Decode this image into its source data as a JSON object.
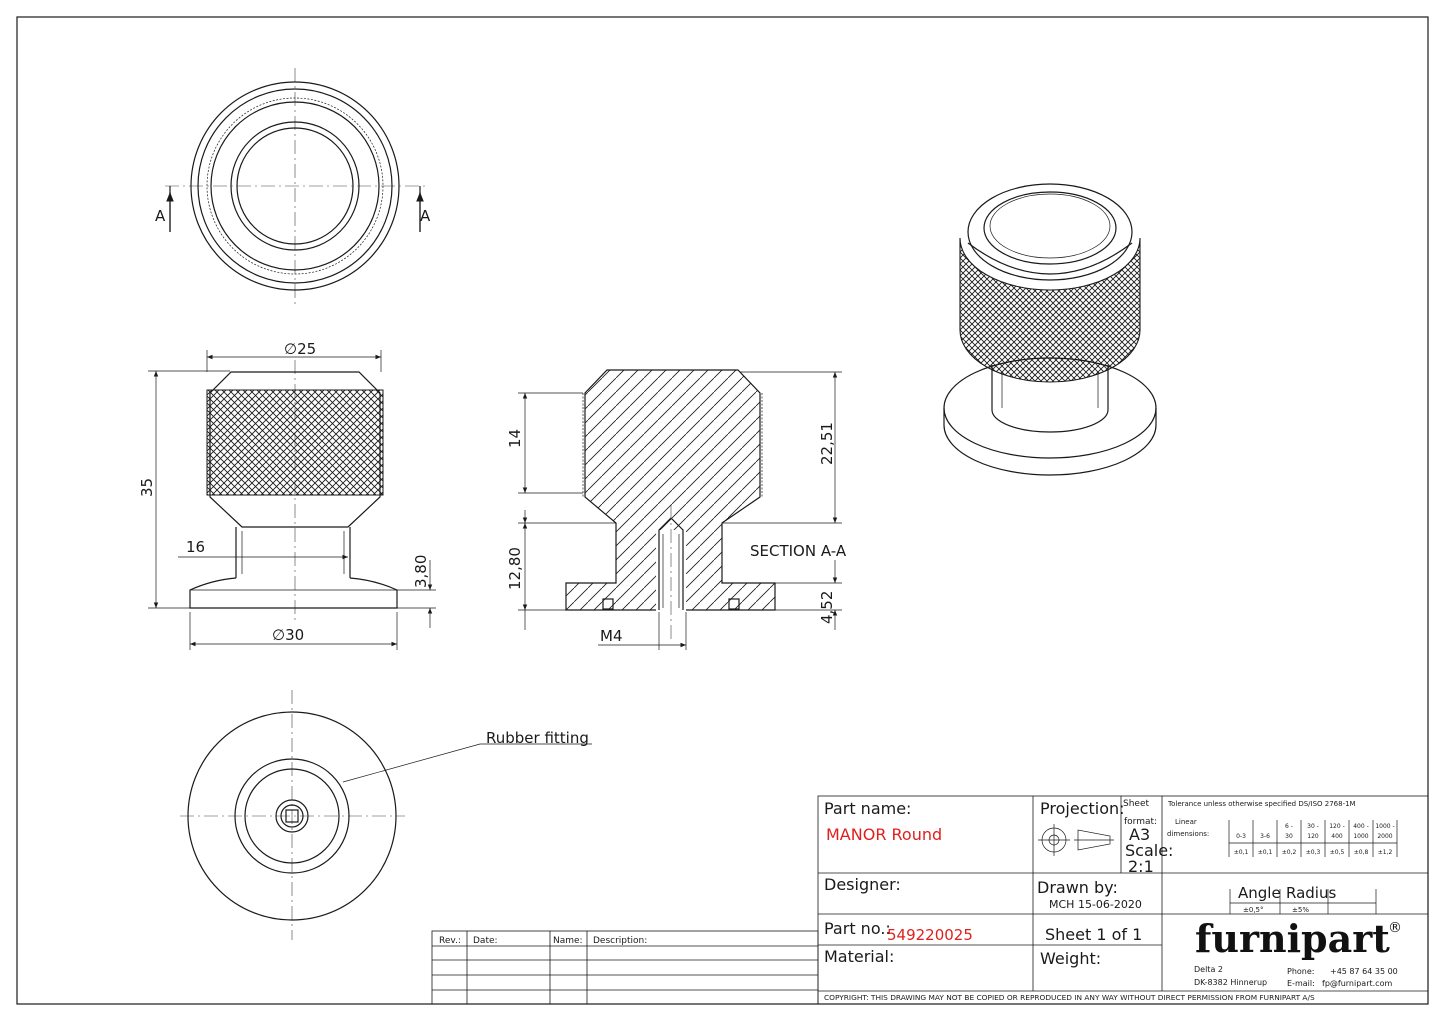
{
  "drawing": {
    "views": {
      "top": {
        "section_mark_left": "A",
        "section_mark_right": "A"
      },
      "front": {
        "dia_top": "∅25",
        "height": "35",
        "neck_dia": "16",
        "base_height": "3,80",
        "dia_base": "∅30"
      },
      "section": {
        "dim_knurl": "14",
        "dim_head": "22,51",
        "dim_stem": "12,80",
        "dim_base": "4,52",
        "thread": "M4",
        "title": "SECTION A-A"
      },
      "bottom": {
        "callout": "Rubber fitting"
      }
    }
  },
  "title_block": {
    "part_name_label": "Part name:",
    "part_name": "MANOR Round",
    "projection_label": "Projection:",
    "sheet_format_label_1": "Sheet",
    "sheet_format_label_2": "format:",
    "sheet_format": "A3",
    "scale_label": "Scale:",
    "scale": "2:1",
    "designer_label": "Designer:",
    "drawn_by_label": "Drawn by:",
    "drawn_by": "MCH 15-06-2020",
    "part_no_label": "Part no.:",
    "part_no": "549220025",
    "sheet": "Sheet 1 of 1",
    "material_label": "Material:",
    "weight_label": "Weight:",
    "tolerance_title": "Tolerance unless otherwise specified DS/ISO 2768-1M",
    "linear_label_1": "Linear",
    "linear_label_2": "dimensions:",
    "ranges": [
      {
        "top": "",
        "bottom": "0-3",
        "tol": "±0,1"
      },
      {
        "top": "",
        "bottom": "3-6",
        "tol": "±0,1"
      },
      {
        "top": "6 -",
        "bottom": "30",
        "tol": "±0,2"
      },
      {
        "top": "30 -",
        "bottom": "120",
        "tol": "±0,3"
      },
      {
        "top": "120 -",
        "bottom": "400",
        "tol": "±0,5"
      },
      {
        "top": "400 -",
        "bottom": "1000",
        "tol": "±0,8"
      },
      {
        "top": "1000 -",
        "bottom": "2000",
        "tol": "±1,2"
      }
    ],
    "angle_label": "Angle",
    "angle_tol": "±0,5°",
    "radius_label": "Radius",
    "radius_tol": "±5%",
    "brand": "furnipart",
    "brand_mark": "®",
    "address_1": "Delta 2",
    "address_2": "DK-8382 Hinnerup",
    "phone_label": "Phone:",
    "phone": "+45 87 64 35 00",
    "email_label": "E-mail:",
    "email": "fp@furnipart.com",
    "copyright": "COPYRIGHT: THIS DRAWING MAY NOT BE COPIED OR REPRODUCED IN ANY WAY WITHOUT DIRECT PERMISSION FROM FURNIPART A/S"
  },
  "revision_table": {
    "rev_label": "Rev.:",
    "date_label": "Date:",
    "name_label": "Name:",
    "description_label": "Description:"
  }
}
